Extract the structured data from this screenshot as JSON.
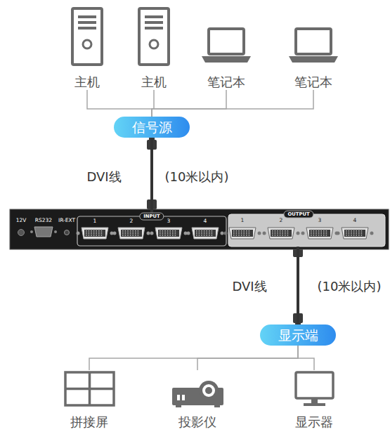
{
  "diagram": {
    "nodes": [
      {
        "text": [
          "主机"
        ]
      },
      {
        "text": [
          "主机"
        ]
      },
      {
        "text": [
          "笔记本"
        ]
      },
      {
        "text": [
          "笔记本"
        ]
      },
      {
        "text": [
          "信号源"
        ]
      },
      {
        "text": [
          "12V",
          "RS232",
          "IR-EXT"
        ]
      },
      {
        "text": [
          "INPUT",
          "1",
          "2",
          "3",
          "4"
        ],
        "in": 5
      },
      {
        "text": [
          "OUTPUT",
          "1",
          "2",
          "3",
          "4"
        ],
        "in": 5
      },
      {
        "text": [
          "显示端"
        ]
      },
      {
        "text": [
          "拼接屏"
        ]
      },
      {
        "text": [
          "投影仪"
        ]
      },
      {
        "text": [
          "显示器"
        ]
      }
    ],
    "edges": [
      {
        "from": 0,
        "to": 4,
        "arrow": "none"
      },
      {
        "from": 1,
        "to": 4,
        "arrow": "none"
      },
      {
        "from": 2,
        "to": 4,
        "arrow": "none"
      },
      {
        "from": 3,
        "to": 4,
        "arrow": "none"
      },
      {
        "from": 4,
        "to": 6,
        "label": "DVI线",
        "arrow": "none"
      },
      {
        "from": 7,
        "to": 8,
        "label": "DVI线",
        "arrow": "none"
      },
      {
        "from": 8,
        "to": 9,
        "arrow": "none"
      },
      {
        "from": 8,
        "to": 10,
        "arrow": "none"
      },
      {
        "from": 8,
        "to": 11,
        "arrow": "none"
      }
    ],
    "labels": [
      "(10米以内)",
      "(10米以内)"
    ]
  }
}
